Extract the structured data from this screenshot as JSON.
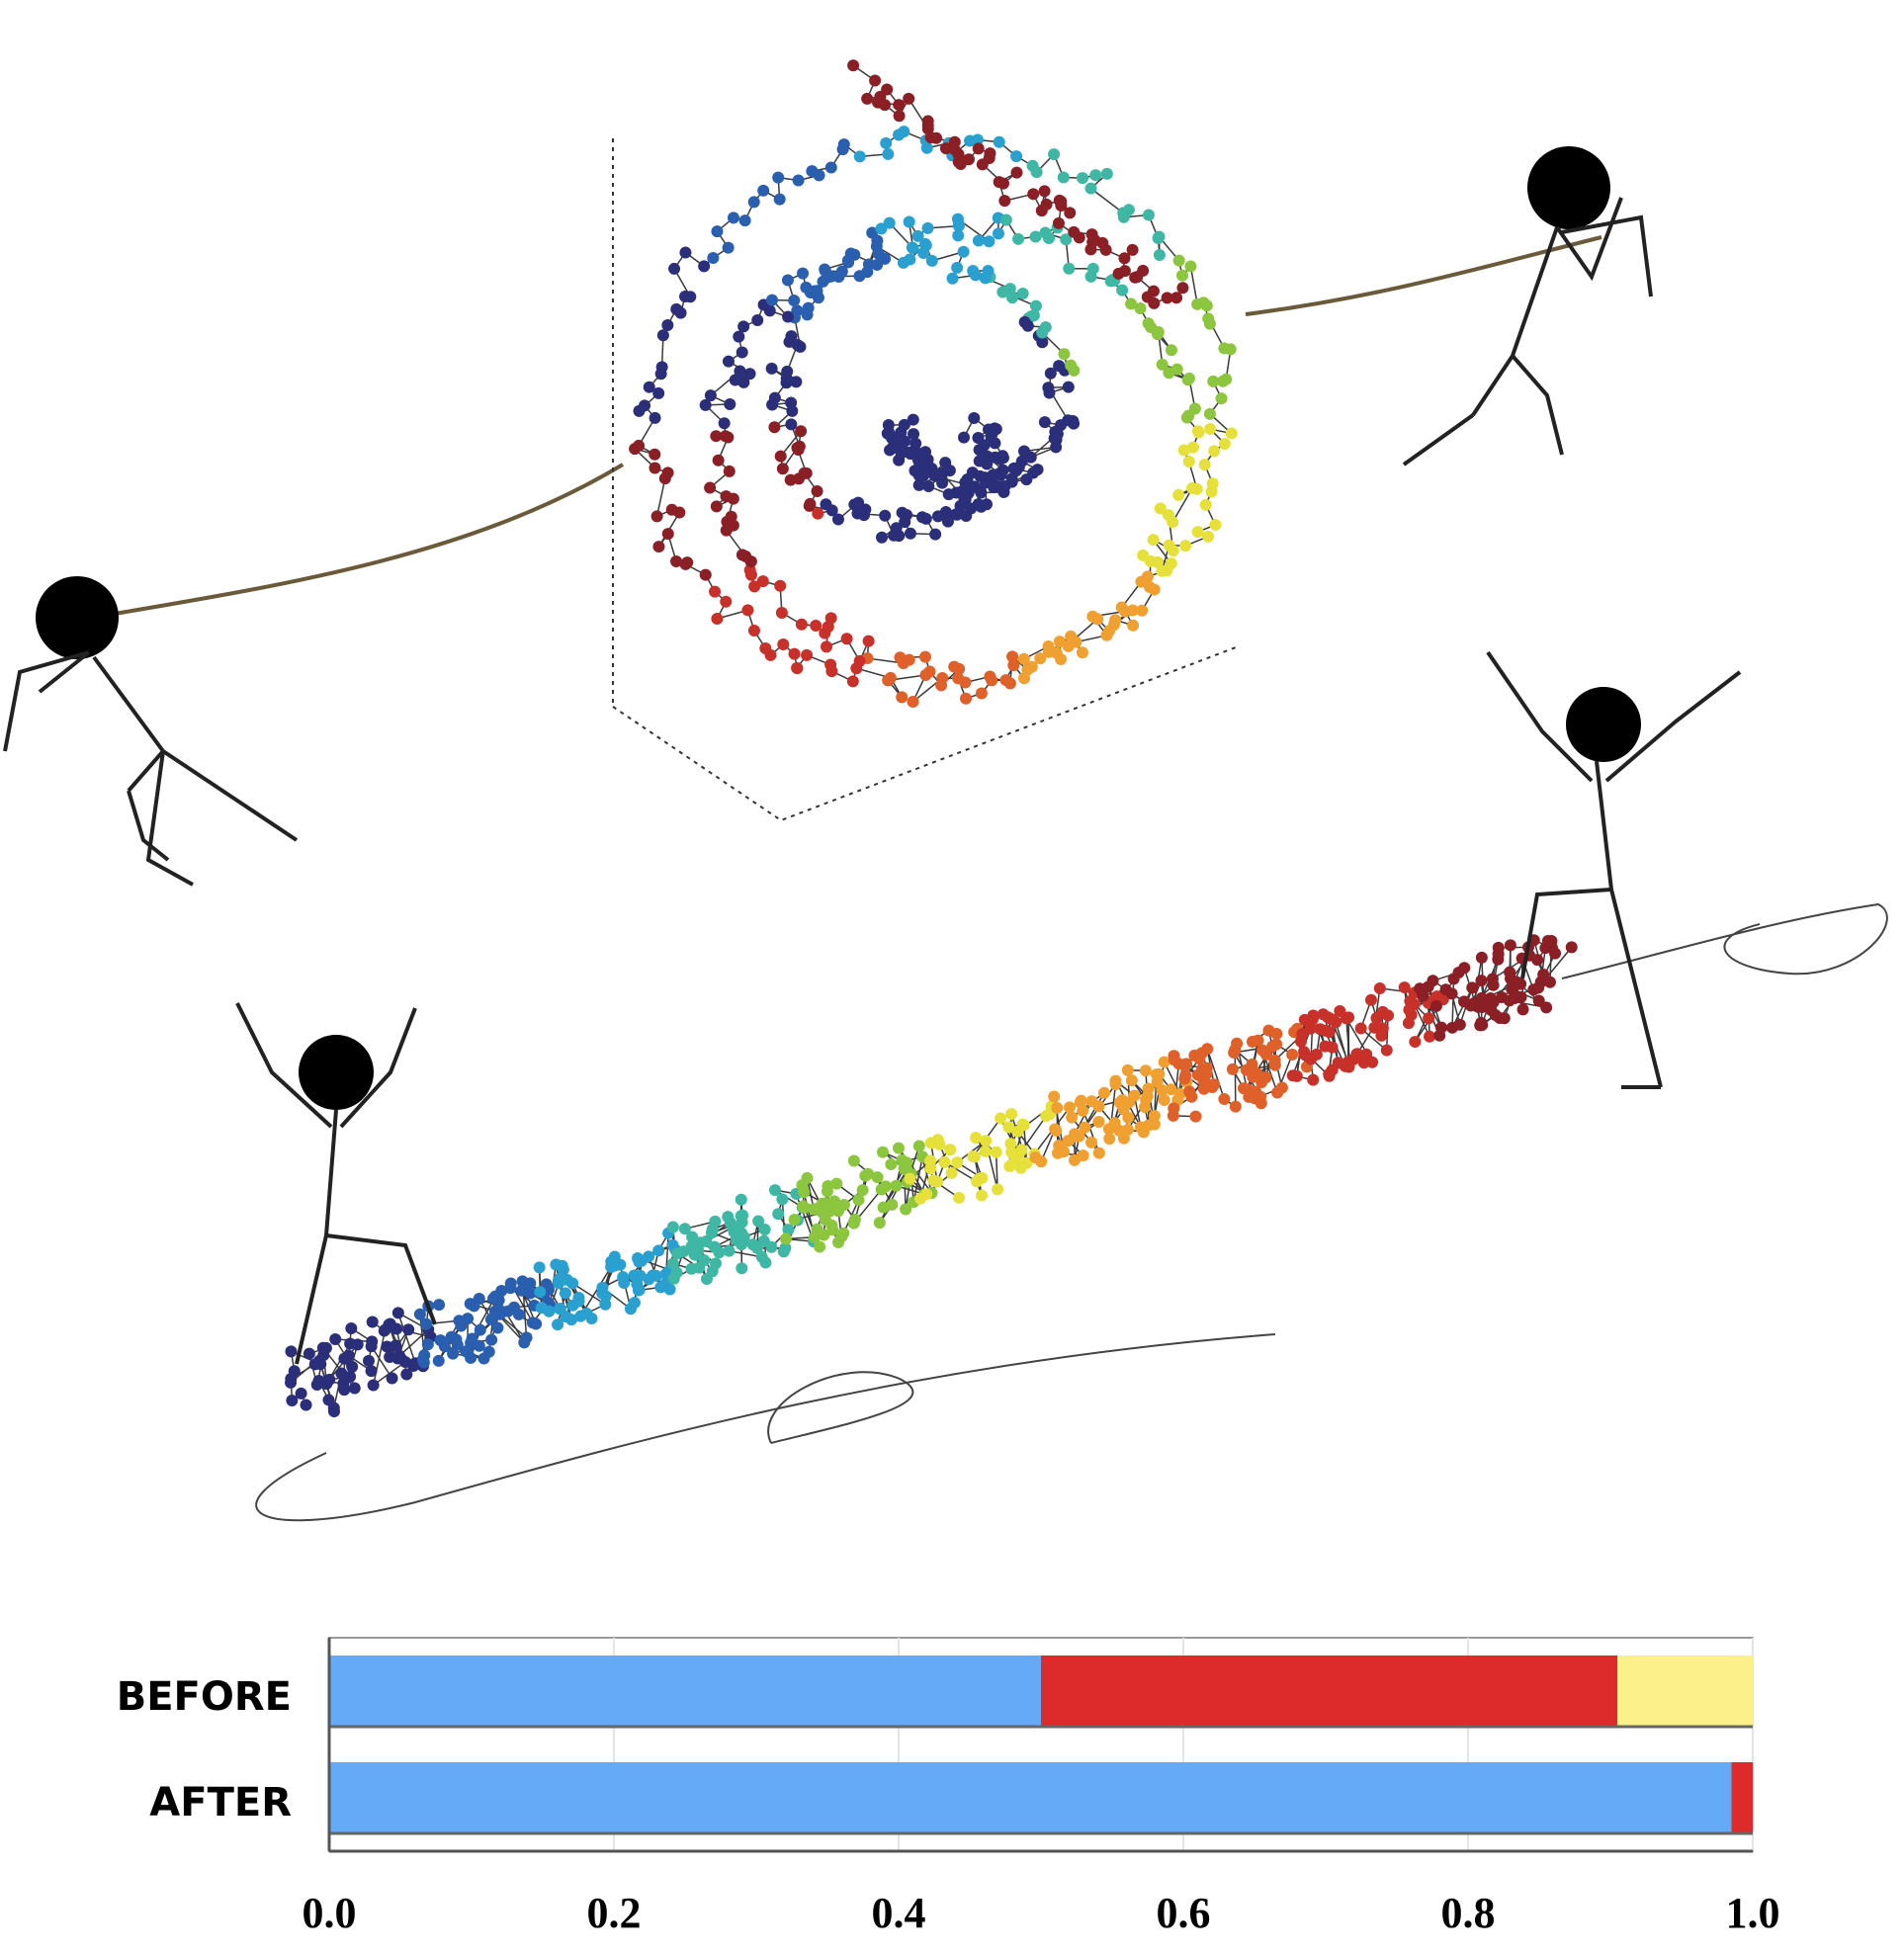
{
  "colors": {
    "network_palette": [
      "#2b2f7a",
      "#2a5fb0",
      "#2aa0d0",
      "#3fb7a5",
      "#8cc63f",
      "#e6e03a",
      "#f0a030",
      "#e0602a",
      "#c8302a",
      "#8a1f26"
    ],
    "stick_figure": "#222222",
    "rope": "#6b5a3a",
    "axis": "#888888"
  },
  "illustration": {
    "top_network": "spherical-network",
    "bottom_network": "stretched-network",
    "figures": [
      "stick-figure-pulling-left",
      "stick-figure-pulling-right",
      "stick-figure-cheering-left",
      "stick-figure-cheering-right"
    ]
  },
  "chart_data": {
    "type": "bar",
    "orientation": "horizontal",
    "stacked": true,
    "categories": [
      "BEFORE",
      "AFTER"
    ],
    "series": [
      {
        "color": "#64aaf6",
        "values": [
          0.5,
          0.985
        ]
      },
      {
        "color": "#dd2a2a",
        "values": [
          0.405,
          0.015
        ]
      },
      {
        "color": "#fbf08a",
        "values": [
          0.095,
          0.0
        ]
      }
    ],
    "xlim": [
      0.0,
      1.0
    ],
    "xticks": [
      "0.0",
      "0.2",
      "0.4",
      "0.6",
      "0.8",
      "1.0"
    ],
    "title": "",
    "xlabel": "",
    "ylabel": "",
    "grid": true,
    "legend": "none"
  }
}
